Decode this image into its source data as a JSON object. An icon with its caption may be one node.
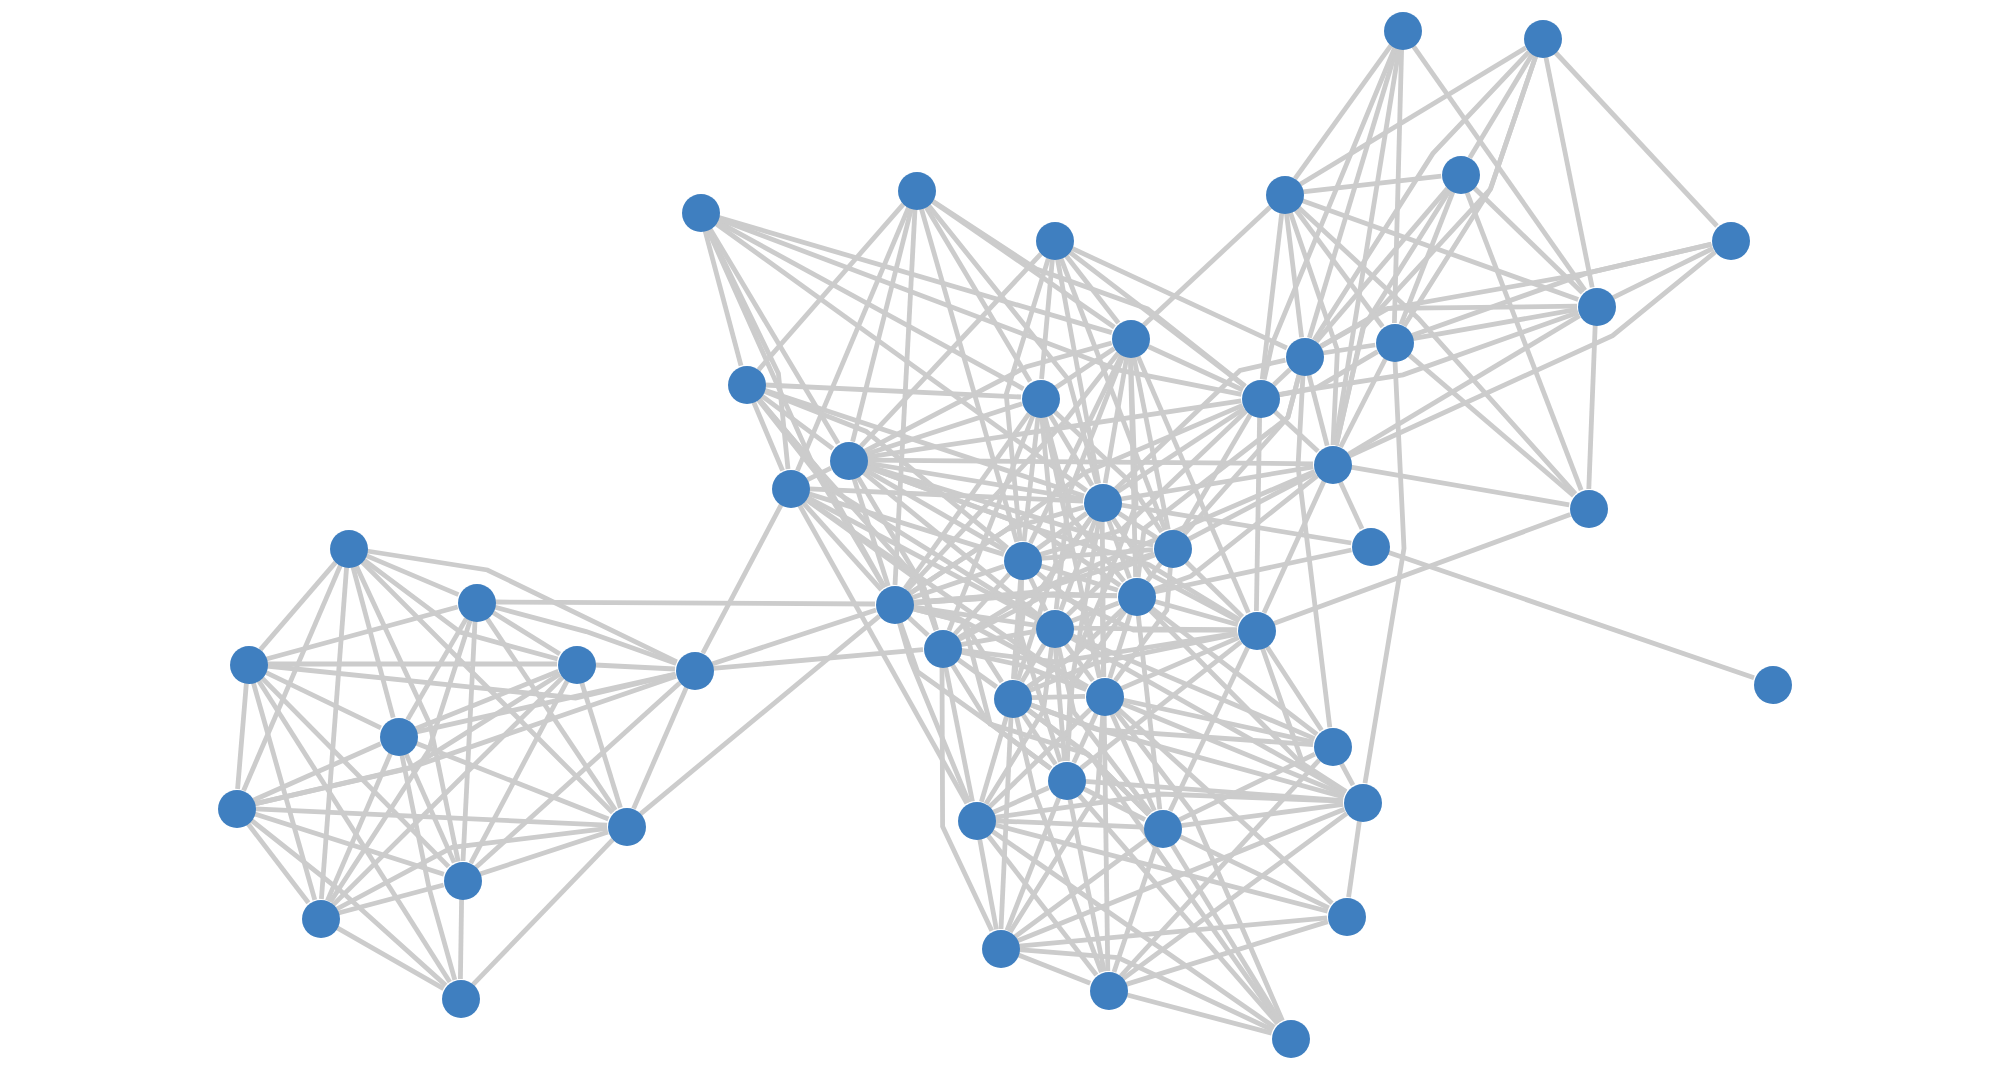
{
  "diagram": {
    "nodes": [
      {
        "text": [],
        "shape": "circle"
      },
      {
        "text": [],
        "shape": "circle"
      },
      {
        "text": [],
        "shape": "circle"
      },
      {
        "text": [],
        "shape": "circle"
      },
      {
        "text": [],
        "shape": "circle"
      },
      {
        "text": [],
        "shape": "circle"
      },
      {
        "text": [],
        "shape": "circle"
      },
      {
        "text": [],
        "shape": "circle"
      },
      {
        "text": [],
        "shape": "circle"
      },
      {
        "text": [],
        "shape": "circle"
      },
      {
        "text": [],
        "shape": "circle"
      },
      {
        "text": [],
        "shape": "circle"
      },
      {
        "text": [],
        "shape": "circle"
      },
      {
        "text": [],
        "shape": "circle"
      },
      {
        "text": [],
        "shape": "circle"
      },
      {
        "text": [],
        "shape": "circle"
      },
      {
        "text": [],
        "shape": "circle"
      },
      {
        "text": [],
        "shape": "circle"
      },
      {
        "text": [],
        "shape": "circle"
      },
      {
        "text": [],
        "shape": "circle"
      },
      {
        "text": [],
        "shape": "circle"
      },
      {
        "text": [],
        "shape": "circle"
      },
      {
        "text": [],
        "shape": "circle"
      },
      {
        "text": [],
        "shape": "circle"
      },
      {
        "text": [],
        "shape": "circle"
      },
      {
        "text": [],
        "shape": "circle"
      },
      {
        "text": [],
        "shape": "circle"
      },
      {
        "text": [],
        "shape": "circle"
      },
      {
        "text": [],
        "shape": "circle"
      },
      {
        "text": [],
        "shape": "circle"
      },
      {
        "text": [],
        "shape": "circle"
      },
      {
        "text": [],
        "shape": "circle"
      },
      {
        "text": [],
        "shape": "circle"
      },
      {
        "text": [],
        "shape": "circle"
      },
      {
        "text": [],
        "shape": "circle"
      },
      {
        "text": [],
        "shape": "circle"
      },
      {
        "text": [],
        "shape": "circle"
      },
      {
        "text": [],
        "shape": "circle"
      },
      {
        "text": [],
        "shape": "circle"
      },
      {
        "text": [],
        "shape": "circle"
      },
      {
        "text": [],
        "shape": "circle"
      },
      {
        "text": [],
        "shape": "circle"
      },
      {
        "text": [],
        "shape": "circle"
      },
      {
        "text": [],
        "shape": "circle"
      },
      {
        "text": [],
        "shape": "circle"
      },
      {
        "text": [],
        "shape": "circle"
      },
      {
        "text": [],
        "shape": "circle"
      },
      {
        "text": [],
        "shape": "circle"
      },
      {
        "text": [],
        "shape": "circle"
      },
      {
        "text": [],
        "shape": "circle"
      },
      {
        "text": [],
        "shape": "circle"
      }
    ],
    "edges": [
      {
        "from": 0,
        "to": 1,
        "arrow": "none"
      },
      {
        "from": 0,
        "to": 2,
        "arrow": "none"
      },
      {
        "from": 0,
        "to": 3,
        "arrow": "none"
      },
      {
        "from": 0,
        "to": 4,
        "arrow": "none"
      },
      {
        "from": 0,
        "to": 5,
        "arrow": "none"
      },
      {
        "from": 0,
        "to": 6,
        "arrow": "none"
      },
      {
        "from": 0,
        "to": 7,
        "arrow": "none"
      },
      {
        "from": 0,
        "to": 8,
        "arrow": "none"
      },
      {
        "from": 0,
        "to": 9,
        "arrow": "none"
      },
      {
        "from": 1,
        "to": 2,
        "arrow": "none"
      },
      {
        "from": 1,
        "to": 3,
        "arrow": "none"
      },
      {
        "from": 1,
        "to": 4,
        "arrow": "none"
      },
      {
        "from": 1,
        "to": 5,
        "arrow": "none"
      },
      {
        "from": 1,
        "to": 7,
        "arrow": "none"
      },
      {
        "from": 1,
        "to": 8,
        "arrow": "none"
      },
      {
        "from": 1,
        "to": 9,
        "arrow": "none"
      },
      {
        "from": 1,
        "to": 23,
        "arrow": "none"
      },
      {
        "from": 2,
        "to": 3,
        "arrow": "none"
      },
      {
        "from": 2,
        "to": 4,
        "arrow": "none"
      },
      {
        "from": 2,
        "to": 5,
        "arrow": "none"
      },
      {
        "from": 2,
        "to": 6,
        "arrow": "none"
      },
      {
        "from": 2,
        "to": 8,
        "arrow": "none"
      },
      {
        "from": 2,
        "to": 9,
        "arrow": "none"
      },
      {
        "from": 2,
        "to": 10,
        "arrow": "none"
      },
      {
        "from": 3,
        "to": 4,
        "arrow": "none"
      },
      {
        "from": 3,
        "to": 5,
        "arrow": "none"
      },
      {
        "from": 3,
        "to": 6,
        "arrow": "none"
      },
      {
        "from": 3,
        "to": 7,
        "arrow": "none"
      },
      {
        "from": 3,
        "to": 8,
        "arrow": "none"
      },
      {
        "from": 3,
        "to": 9,
        "arrow": "none"
      },
      {
        "from": 4,
        "to": 5,
        "arrow": "none"
      },
      {
        "from": 4,
        "to": 6,
        "arrow": "none"
      },
      {
        "from": 4,
        "to": 7,
        "arrow": "none"
      },
      {
        "from": 4,
        "to": 8,
        "arrow": "none"
      },
      {
        "from": 4,
        "to": 18,
        "arrow": "none"
      },
      {
        "from": 4,
        "to": 23,
        "arrow": "none"
      },
      {
        "from": 4,
        "to": 25,
        "arrow": "none"
      },
      {
        "from": 5,
        "to": 6,
        "arrow": "none"
      },
      {
        "from": 5,
        "to": 7,
        "arrow": "none"
      },
      {
        "from": 5,
        "to": 8,
        "arrow": "none"
      },
      {
        "from": 5,
        "to": 9,
        "arrow": "none"
      },
      {
        "from": 5,
        "to": 10,
        "arrow": "none"
      },
      {
        "from": 6,
        "to": 7,
        "arrow": "none"
      },
      {
        "from": 6,
        "to": 8,
        "arrow": "none"
      },
      {
        "from": 6,
        "to": 9,
        "arrow": "none"
      },
      {
        "from": 6,
        "to": 10,
        "arrow": "none"
      },
      {
        "from": 7,
        "to": 8,
        "arrow": "none"
      },
      {
        "from": 7,
        "to": 9,
        "arrow": "none"
      },
      {
        "from": 7,
        "to": 10,
        "arrow": "none"
      },
      {
        "from": 7,
        "to": 23,
        "arrow": "none"
      },
      {
        "from": 8,
        "to": 9,
        "arrow": "none"
      },
      {
        "from": 8,
        "to": 10,
        "arrow": "none"
      },
      {
        "from": 9,
        "to": 10,
        "arrow": "none"
      },
      {
        "from": 11,
        "to": 14,
        "arrow": "none"
      },
      {
        "from": 11,
        "to": 15,
        "arrow": "none"
      },
      {
        "from": 11,
        "to": 16,
        "arrow": "none"
      },
      {
        "from": 11,
        "to": 17,
        "arrow": "none"
      },
      {
        "from": 11,
        "to": 18,
        "arrow": "none"
      },
      {
        "from": 11,
        "to": 19,
        "arrow": "none"
      },
      {
        "from": 11,
        "to": 23,
        "arrow": "none"
      },
      {
        "from": 11,
        "to": 46,
        "arrow": "none"
      },
      {
        "from": 12,
        "to": 14,
        "arrow": "none"
      },
      {
        "from": 12,
        "to": 15,
        "arrow": "none"
      },
      {
        "from": 12,
        "to": 16,
        "arrow": "none"
      },
      {
        "from": 12,
        "to": 17,
        "arrow": "none"
      },
      {
        "from": 12,
        "to": 18,
        "arrow": "none"
      },
      {
        "from": 12,
        "to": 19,
        "arrow": "none"
      },
      {
        "from": 12,
        "to": 21,
        "arrow": "none"
      },
      {
        "from": 12,
        "to": 23,
        "arrow": "none"
      },
      {
        "from": 12,
        "to": 46,
        "arrow": "none"
      },
      {
        "from": 13,
        "to": 14,
        "arrow": "none"
      },
      {
        "from": 13,
        "to": 16,
        "arrow": "none"
      },
      {
        "from": 13,
        "to": 17,
        "arrow": "none"
      },
      {
        "from": 13,
        "to": 19,
        "arrow": "none"
      },
      {
        "from": 13,
        "to": 20,
        "arrow": "none"
      },
      {
        "from": 13,
        "to": 21,
        "arrow": "none"
      },
      {
        "from": 13,
        "to": 44,
        "arrow": "none"
      },
      {
        "from": 13,
        "to": 46,
        "arrow": "none"
      },
      {
        "from": 14,
        "to": 16,
        "arrow": "none"
      },
      {
        "from": 14,
        "to": 17,
        "arrow": "none"
      },
      {
        "from": 14,
        "to": 19,
        "arrow": "none"
      },
      {
        "from": 14,
        "to": 20,
        "arrow": "none"
      },
      {
        "from": 14,
        "to": 21,
        "arrow": "none"
      },
      {
        "from": 14,
        "to": 22,
        "arrow": "none"
      },
      {
        "from": 14,
        "to": 23,
        "arrow": "none"
      },
      {
        "from": 14,
        "to": 24,
        "arrow": "none"
      },
      {
        "from": 14,
        "to": 26,
        "arrow": "none"
      },
      {
        "from": 14,
        "to": 28,
        "arrow": "none"
      },
      {
        "from": 14,
        "to": 40,
        "arrow": "none"
      },
      {
        "from": 14,
        "to": 46,
        "arrow": "none"
      },
      {
        "from": 15,
        "to": 16,
        "arrow": "none"
      },
      {
        "from": 15,
        "to": 17,
        "arrow": "none"
      },
      {
        "from": 15,
        "to": 18,
        "arrow": "none"
      },
      {
        "from": 15,
        "to": 19,
        "arrow": "none"
      },
      {
        "from": 15,
        "to": 21,
        "arrow": "none"
      },
      {
        "from": 15,
        "to": 23,
        "arrow": "none"
      },
      {
        "from": 15,
        "to": 24,
        "arrow": "none"
      },
      {
        "from": 15,
        "to": 25,
        "arrow": "none"
      },
      {
        "from": 16,
        "to": 17,
        "arrow": "none"
      },
      {
        "from": 16,
        "to": 19,
        "arrow": "none"
      },
      {
        "from": 16,
        "to": 20,
        "arrow": "none"
      },
      {
        "from": 16,
        "to": 21,
        "arrow": "none"
      },
      {
        "from": 16,
        "to": 22,
        "arrow": "none"
      },
      {
        "from": 16,
        "to": 23,
        "arrow": "none"
      },
      {
        "from": 16,
        "to": 25,
        "arrow": "none"
      },
      {
        "from": 16,
        "to": 27,
        "arrow": "none"
      },
      {
        "from": 16,
        "to": 28,
        "arrow": "none"
      },
      {
        "from": 17,
        "to": 18,
        "arrow": "none"
      },
      {
        "from": 17,
        "to": 19,
        "arrow": "none"
      },
      {
        "from": 17,
        "to": 20,
        "arrow": "none"
      },
      {
        "from": 17,
        "to": 21,
        "arrow": "none"
      },
      {
        "from": 17,
        "to": 22,
        "arrow": "none"
      },
      {
        "from": 17,
        "to": 23,
        "arrow": "none"
      },
      {
        "from": 17,
        "to": 24,
        "arrow": "none"
      },
      {
        "from": 17,
        "to": 25,
        "arrow": "none"
      },
      {
        "from": 17,
        "to": 26,
        "arrow": "none"
      },
      {
        "from": 17,
        "to": 46,
        "arrow": "none"
      },
      {
        "from": 17,
        "to": 47,
        "arrow": "none"
      },
      {
        "from": 18,
        "to": 19,
        "arrow": "none"
      },
      {
        "from": 18,
        "to": 21,
        "arrow": "none"
      },
      {
        "from": 18,
        "to": 23,
        "arrow": "none"
      },
      {
        "from": 18,
        "to": 24,
        "arrow": "none"
      },
      {
        "from": 18,
        "to": 25,
        "arrow": "none"
      },
      {
        "from": 18,
        "to": 28,
        "arrow": "none"
      },
      {
        "from": 18,
        "to": 30,
        "arrow": "none"
      },
      {
        "from": 19,
        "to": 20,
        "arrow": "none"
      },
      {
        "from": 19,
        "to": 21,
        "arrow": "none"
      },
      {
        "from": 19,
        "to": 22,
        "arrow": "none"
      },
      {
        "from": 19,
        "to": 23,
        "arrow": "none"
      },
      {
        "from": 19,
        "to": 24,
        "arrow": "none"
      },
      {
        "from": 19,
        "to": 25,
        "arrow": "none"
      },
      {
        "from": 19,
        "to": 26,
        "arrow": "none"
      },
      {
        "from": 19,
        "to": 27,
        "arrow": "none"
      },
      {
        "from": 19,
        "to": 28,
        "arrow": "none"
      },
      {
        "from": 19,
        "to": 29,
        "arrow": "none"
      },
      {
        "from": 19,
        "to": 44,
        "arrow": "none"
      },
      {
        "from": 19,
        "to": 46,
        "arrow": "none"
      },
      {
        "from": 19,
        "to": 47,
        "arrow": "none"
      },
      {
        "from": 19,
        "to": 49,
        "arrow": "none"
      },
      {
        "from": 20,
        "to": 21,
        "arrow": "none"
      },
      {
        "from": 20,
        "to": 22,
        "arrow": "none"
      },
      {
        "from": 20,
        "to": 23,
        "arrow": "none"
      },
      {
        "from": 20,
        "to": 24,
        "arrow": "none"
      },
      {
        "from": 20,
        "to": 26,
        "arrow": "none"
      },
      {
        "from": 20,
        "to": 27,
        "arrow": "none"
      },
      {
        "from": 20,
        "to": 28,
        "arrow": "none"
      },
      {
        "from": 20,
        "to": 44,
        "arrow": "none"
      },
      {
        "from": 20,
        "to": 46,
        "arrow": "none"
      },
      {
        "from": 20,
        "to": 47,
        "arrow": "none"
      },
      {
        "from": 21,
        "to": 22,
        "arrow": "none"
      },
      {
        "from": 21,
        "to": 23,
        "arrow": "none"
      },
      {
        "from": 21,
        "to": 24,
        "arrow": "none"
      },
      {
        "from": 21,
        "to": 25,
        "arrow": "none"
      },
      {
        "from": 21,
        "to": 27,
        "arrow": "none"
      },
      {
        "from": 21,
        "to": 28,
        "arrow": "none"
      },
      {
        "from": 21,
        "to": 29,
        "arrow": "none"
      },
      {
        "from": 21,
        "to": 46,
        "arrow": "none"
      },
      {
        "from": 22,
        "to": 23,
        "arrow": "none"
      },
      {
        "from": 22,
        "to": 24,
        "arrow": "none"
      },
      {
        "from": 22,
        "to": 25,
        "arrow": "none"
      },
      {
        "from": 22,
        "to": 26,
        "arrow": "none"
      },
      {
        "from": 22,
        "to": 27,
        "arrow": "none"
      },
      {
        "from": 22,
        "to": 28,
        "arrow": "none"
      },
      {
        "from": 22,
        "to": 29,
        "arrow": "none"
      },
      {
        "from": 22,
        "to": 31,
        "arrow": "none"
      },
      {
        "from": 22,
        "to": 32,
        "arrow": "none"
      },
      {
        "from": 22,
        "to": 33,
        "arrow": "none"
      },
      {
        "from": 22,
        "to": 44,
        "arrow": "none"
      },
      {
        "from": 22,
        "to": 47,
        "arrow": "none"
      },
      {
        "from": 22,
        "to": 49,
        "arrow": "none"
      },
      {
        "from": 23,
        "to": 24,
        "arrow": "none"
      },
      {
        "from": 23,
        "to": 25,
        "arrow": "none"
      },
      {
        "from": 23,
        "to": 26,
        "arrow": "none"
      },
      {
        "from": 23,
        "to": 27,
        "arrow": "none"
      },
      {
        "from": 23,
        "to": 28,
        "arrow": "none"
      },
      {
        "from": 23,
        "to": 29,
        "arrow": "none"
      },
      {
        "from": 23,
        "to": 30,
        "arrow": "none"
      },
      {
        "from": 23,
        "to": 31,
        "arrow": "none"
      },
      {
        "from": 23,
        "to": 46,
        "arrow": "none"
      },
      {
        "from": 23,
        "to": 47,
        "arrow": "none"
      },
      {
        "from": 24,
        "to": 25,
        "arrow": "none"
      },
      {
        "from": 24,
        "to": 26,
        "arrow": "none"
      },
      {
        "from": 24,
        "to": 27,
        "arrow": "none"
      },
      {
        "from": 24,
        "to": 28,
        "arrow": "none"
      },
      {
        "from": 24,
        "to": 29,
        "arrow": "none"
      },
      {
        "from": 24,
        "to": 30,
        "arrow": "none"
      },
      {
        "from": 24,
        "to": 31,
        "arrow": "none"
      },
      {
        "from": 24,
        "to": 32,
        "arrow": "none"
      },
      {
        "from": 24,
        "to": 33,
        "arrow": "none"
      },
      {
        "from": 25,
        "to": 26,
        "arrow": "none"
      },
      {
        "from": 25,
        "to": 27,
        "arrow": "none"
      },
      {
        "from": 25,
        "to": 28,
        "arrow": "none"
      },
      {
        "from": 25,
        "to": 29,
        "arrow": "none"
      },
      {
        "from": 25,
        "to": 30,
        "arrow": "none"
      },
      {
        "from": 25,
        "to": 35,
        "arrow": "none"
      },
      {
        "from": 26,
        "to": 27,
        "arrow": "none"
      },
      {
        "from": 26,
        "to": 28,
        "arrow": "none"
      },
      {
        "from": 26,
        "to": 29,
        "arrow": "none"
      },
      {
        "from": 26,
        "to": 31,
        "arrow": "none"
      },
      {
        "from": 26,
        "to": 32,
        "arrow": "none"
      },
      {
        "from": 26,
        "to": 33,
        "arrow": "none"
      },
      {
        "from": 26,
        "to": 46,
        "arrow": "none"
      },
      {
        "from": 26,
        "to": 47,
        "arrow": "none"
      },
      {
        "from": 26,
        "to": 48,
        "arrow": "none"
      },
      {
        "from": 27,
        "to": 28,
        "arrow": "none"
      },
      {
        "from": 27,
        "to": 29,
        "arrow": "none"
      },
      {
        "from": 27,
        "to": 30,
        "arrow": "none"
      },
      {
        "from": 27,
        "to": 31,
        "arrow": "none"
      },
      {
        "from": 27,
        "to": 32,
        "arrow": "none"
      },
      {
        "from": 27,
        "to": 33,
        "arrow": "none"
      },
      {
        "from": 27,
        "to": 35,
        "arrow": "none"
      },
      {
        "from": 27,
        "to": 36,
        "arrow": "none"
      },
      {
        "from": 27,
        "to": 37,
        "arrow": "none"
      },
      {
        "from": 28,
        "to": 29,
        "arrow": "none"
      },
      {
        "from": 28,
        "to": 30,
        "arrow": "none"
      },
      {
        "from": 28,
        "to": 31,
        "arrow": "none"
      },
      {
        "from": 28,
        "to": 32,
        "arrow": "none"
      },
      {
        "from": 28,
        "to": 33,
        "arrow": "none"
      },
      {
        "from": 28,
        "to": 34,
        "arrow": "none"
      },
      {
        "from": 28,
        "to": 35,
        "arrow": "none"
      },
      {
        "from": 28,
        "to": 36,
        "arrow": "none"
      },
      {
        "from": 28,
        "to": 37,
        "arrow": "none"
      },
      {
        "from": 29,
        "to": 30,
        "arrow": "none"
      },
      {
        "from": 29,
        "to": 31,
        "arrow": "none"
      },
      {
        "from": 29,
        "to": 33,
        "arrow": "none"
      },
      {
        "from": 29,
        "to": 35,
        "arrow": "none"
      },
      {
        "from": 29,
        "to": 36,
        "arrow": "none"
      },
      {
        "from": 29,
        "to": 37,
        "arrow": "none"
      },
      {
        "from": 30,
        "to": 31,
        "arrow": "none"
      },
      {
        "from": 30,
        "to": 33,
        "arrow": "none"
      },
      {
        "from": 30,
        "to": 34,
        "arrow": "none"
      },
      {
        "from": 30,
        "to": 35,
        "arrow": "none"
      },
      {
        "from": 30,
        "to": 36,
        "arrow": "none"
      },
      {
        "from": 30,
        "to": 37,
        "arrow": "none"
      },
      {
        "from": 31,
        "to": 32,
        "arrow": "none"
      },
      {
        "from": 31,
        "to": 33,
        "arrow": "none"
      },
      {
        "from": 31,
        "to": 34,
        "arrow": "none"
      },
      {
        "from": 31,
        "to": 35,
        "arrow": "none"
      },
      {
        "from": 31,
        "to": 36,
        "arrow": "none"
      },
      {
        "from": 31,
        "to": 37,
        "arrow": "none"
      },
      {
        "from": 32,
        "to": 33,
        "arrow": "none"
      },
      {
        "from": 32,
        "to": 36,
        "arrow": "none"
      },
      {
        "from": 32,
        "to": 44,
        "arrow": "none"
      },
      {
        "from": 33,
        "to": 34,
        "arrow": "none"
      },
      {
        "from": 33,
        "to": 35,
        "arrow": "none"
      },
      {
        "from": 33,
        "to": 36,
        "arrow": "none"
      },
      {
        "from": 33,
        "to": 45,
        "arrow": "none"
      },
      {
        "from": 34,
        "to": 35,
        "arrow": "none"
      },
      {
        "from": 34,
        "to": 36,
        "arrow": "none"
      },
      {
        "from": 35,
        "to": 36,
        "arrow": "none"
      },
      {
        "from": 35,
        "to": 37,
        "arrow": "none"
      },
      {
        "from": 36,
        "to": 37,
        "arrow": "none"
      },
      {
        "from": 38,
        "to": 40,
        "arrow": "none"
      },
      {
        "from": 38,
        "to": 43,
        "arrow": "none"
      },
      {
        "from": 38,
        "to": 44,
        "arrow": "none"
      },
      {
        "from": 38,
        "to": 45,
        "arrow": "none"
      },
      {
        "from": 38,
        "to": 46,
        "arrow": "none"
      },
      {
        "from": 38,
        "to": 47,
        "arrow": "none"
      },
      {
        "from": 39,
        "to": 40,
        "arrow": "none"
      },
      {
        "from": 39,
        "to": 41,
        "arrow": "none"
      },
      {
        "from": 39,
        "to": 42,
        "arrow": "none"
      },
      {
        "from": 39,
        "to": 43,
        "arrow": "none"
      },
      {
        "from": 39,
        "to": 44,
        "arrow": "none"
      },
      {
        "from": 39,
        "to": 45,
        "arrow": "none"
      },
      {
        "from": 39,
        "to": 47,
        "arrow": "none"
      },
      {
        "from": 40,
        "to": 41,
        "arrow": "none"
      },
      {
        "from": 40,
        "to": 43,
        "arrow": "none"
      },
      {
        "from": 40,
        "to": 44,
        "arrow": "none"
      },
      {
        "from": 40,
        "to": 45,
        "arrow": "none"
      },
      {
        "from": 40,
        "to": 46,
        "arrow": "none"
      },
      {
        "from": 40,
        "to": 47,
        "arrow": "none"
      },
      {
        "from": 40,
        "to": 48,
        "arrow": "none"
      },
      {
        "from": 41,
        "to": 43,
        "arrow": "none"
      },
      {
        "from": 41,
        "to": 44,
        "arrow": "none"
      },
      {
        "from": 41,
        "to": 45,
        "arrow": "none"
      },
      {
        "from": 41,
        "to": 47,
        "arrow": "none"
      },
      {
        "from": 41,
        "to": 48,
        "arrow": "none"
      },
      {
        "from": 42,
        "to": 43,
        "arrow": "none"
      },
      {
        "from": 42,
        "to": 44,
        "arrow": "none"
      },
      {
        "from": 42,
        "to": 45,
        "arrow": "none"
      },
      {
        "from": 42,
        "to": 47,
        "arrow": "none"
      },
      {
        "from": 43,
        "to": 44,
        "arrow": "none"
      },
      {
        "from": 43,
        "to": 45,
        "arrow": "none"
      },
      {
        "from": 43,
        "to": 46,
        "arrow": "none"
      },
      {
        "from": 43,
        "to": 47,
        "arrow": "none"
      },
      {
        "from": 43,
        "to": 48,
        "arrow": "none"
      },
      {
        "from": 44,
        "to": 45,
        "arrow": "none"
      },
      {
        "from": 44,
        "to": 46,
        "arrow": "none"
      },
      {
        "from": 44,
        "to": 47,
        "arrow": "none"
      },
      {
        "from": 45,
        "to": 46,
        "arrow": "none"
      },
      {
        "from": 45,
        "to": 47,
        "arrow": "none"
      },
      {
        "from": 45,
        "to": 48,
        "arrow": "none"
      },
      {
        "from": 46,
        "to": 47,
        "arrow": "none"
      },
      {
        "from": 47,
        "to": 48,
        "arrow": "none"
      },
      {
        "from": 47,
        "to": 49,
        "arrow": "none"
      },
      {
        "from": 49,
        "to": 50,
        "arrow": "none"
      }
    ]
  }
}
